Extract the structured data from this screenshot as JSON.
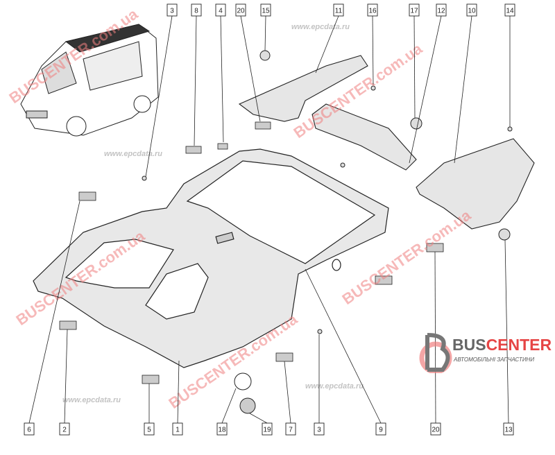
{
  "diagram": {
    "top_labels": [
      "3",
      "8",
      "4",
      "20",
      "15",
      "11",
      "16",
      "17",
      "12",
      "10",
      "14"
    ],
    "bottom_labels": [
      "6",
      "2",
      "5",
      "1",
      "18",
      "19",
      "7",
      "3",
      "9",
      "20",
      "13"
    ]
  },
  "watermarks": {
    "brand": "BUSCENTER.com.ua",
    "site": "www.epcdata.ru"
  },
  "logo": {
    "bus": "BUS",
    "center": "CENTER",
    "subtitle": "АВТОМОБІЛЬНІ ЗАПЧАСТИНИ"
  },
  "colors": {
    "accent": "#e64545",
    "line": "#222222"
  }
}
